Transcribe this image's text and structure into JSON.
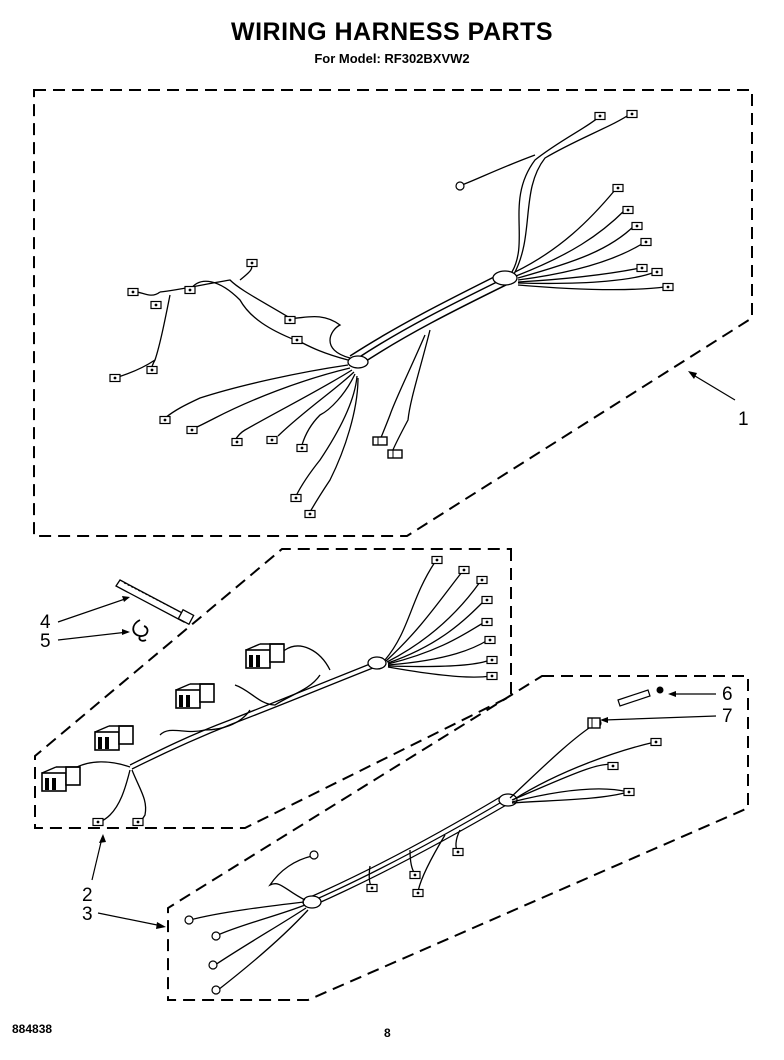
{
  "header": {
    "title": "WIRING HARNESS PARTS",
    "subtitle": "For Model: RF302BXVW2"
  },
  "callouts": [
    "1",
    "2",
    "3",
    "4",
    "5",
    "6",
    "7"
  ],
  "footer": {
    "doc_number": "884838",
    "page_number": "8"
  }
}
